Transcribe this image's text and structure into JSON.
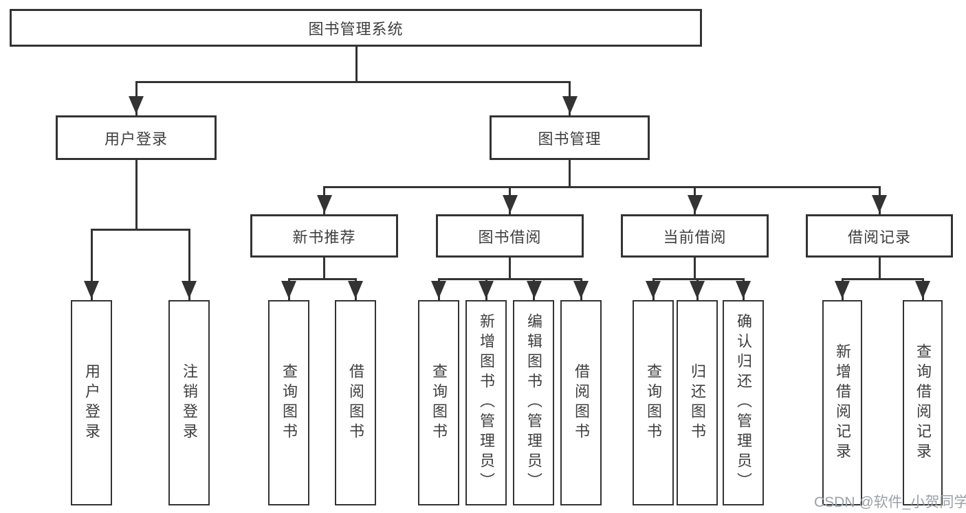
{
  "diagram": {
    "type": "tree",
    "title": "图书管理系统",
    "colors": {
      "line": "#333333",
      "text": "#3e3e3e",
      "box_background": "#ffffff",
      "watermark": "#9aa1a9"
    },
    "root": {
      "label": "图书管理系统"
    },
    "level1": [
      {
        "label": "用户登录"
      },
      {
        "label": "图书管理"
      }
    ],
    "level2": [
      {
        "label": "新书推荐",
        "parent": "图书管理"
      },
      {
        "label": "图书借阅",
        "parent": "图书管理"
      },
      {
        "label": "当前借阅",
        "parent": "图书管理"
      },
      {
        "label": "借阅记录",
        "parent": "图书管理"
      }
    ],
    "leaf_groups": [
      {
        "parent": "用户登录",
        "items": [
          {
            "label": "用户登录"
          },
          {
            "label": "注销登录"
          }
        ]
      },
      {
        "parent": "新书推荐",
        "items": [
          {
            "label": "查询图书"
          },
          {
            "label": "借阅图书"
          }
        ]
      },
      {
        "parent": "图书借阅",
        "items": [
          {
            "label": "查询图书"
          },
          {
            "label": "新增图书（管理员）"
          },
          {
            "label": "编辑图书（管理员）"
          },
          {
            "label": "借阅图书"
          }
        ]
      },
      {
        "parent": "当前借阅",
        "items": [
          {
            "label": "查询图书"
          },
          {
            "label": "归还图书"
          },
          {
            "label": "确认归还（管理员）"
          }
        ]
      },
      {
        "parent": "借阅记录",
        "items": [
          {
            "label": "新增借阅记录"
          },
          {
            "label": "查询借阅记录"
          }
        ]
      }
    ],
    "watermark": "CSDN @软件_小贺同学"
  }
}
